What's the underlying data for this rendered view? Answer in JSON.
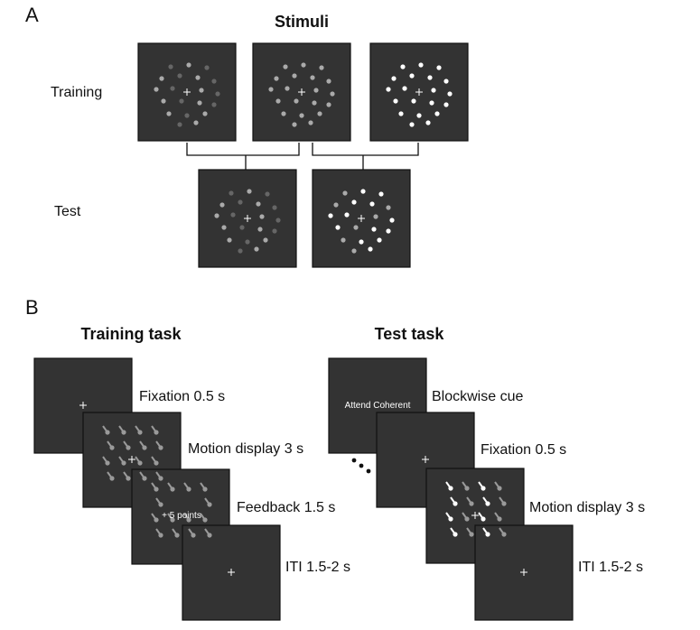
{
  "panel_a": {
    "letter": "A",
    "title": "Stimuli",
    "training_label": "Training",
    "test_label": "Test"
  },
  "panel_b": {
    "letter": "B",
    "training_task": {
      "title": "Training task",
      "steps": [
        "Fixation 0.5 s",
        "Motion display 3 s",
        "Feedback 1.5 s",
        "ITI 1.5-2 s"
      ],
      "feedback_text": "+ 5 points"
    },
    "test_task": {
      "title": "Test task",
      "steps": [
        "Blockwise cue",
        "Fixation 0.5 s",
        "Motion display 3 s",
        "ITI 1.5-2 s"
      ],
      "cue_text": "Attend Coherent"
    }
  },
  "colors": {
    "screen": "#333333",
    "dot_dark_gray": "#666666",
    "dot_light_gray": "#aaaaaa",
    "dot_white": "#ffffff",
    "arrow_gray": "#9a9a9a"
  },
  "icons": [
    "fixation-cross-icon",
    "dot-stimulus",
    "motion-arrow-icon",
    "ellipsis-dots-icon"
  ]
}
